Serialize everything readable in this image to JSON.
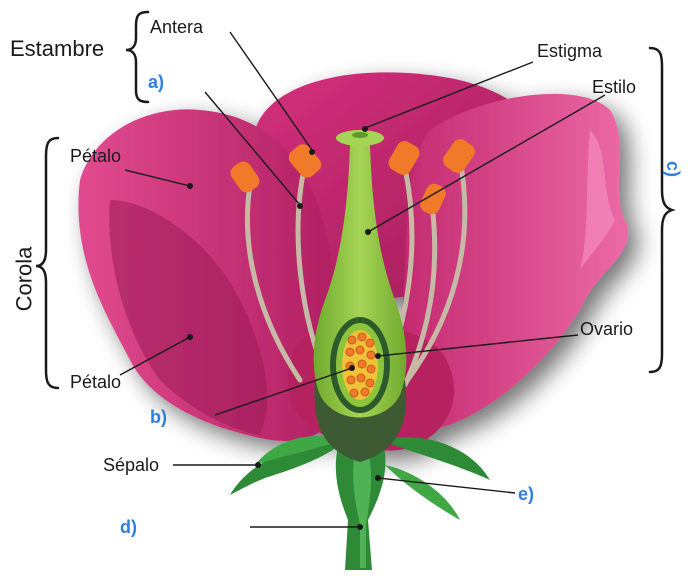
{
  "labels": {
    "estambre": "Estambre",
    "antera": "Antera",
    "estigma": "Estigma",
    "estilo": "Estilo",
    "corola": "Corola",
    "petalo_top": "Pétalo",
    "petalo_bottom": "Pétalo",
    "ovario": "Ovario",
    "sepalo": "Sépalo"
  },
  "letters": {
    "a": "a)",
    "b": "b)",
    "c": "c)",
    "d": "d)",
    "e": "e)"
  },
  "colors": {
    "petal_dark": "#a81f5e",
    "petal_mid": "#d12e7a",
    "petal_light": "#e8589c",
    "anther": "#f07a2a",
    "filament": "#c6b9a6",
    "pistil": "#8cc43c",
    "pistil_dark": "#5f9a2a",
    "sepal": "#2e8a36",
    "letter_blue": "#2f7fe0"
  }
}
